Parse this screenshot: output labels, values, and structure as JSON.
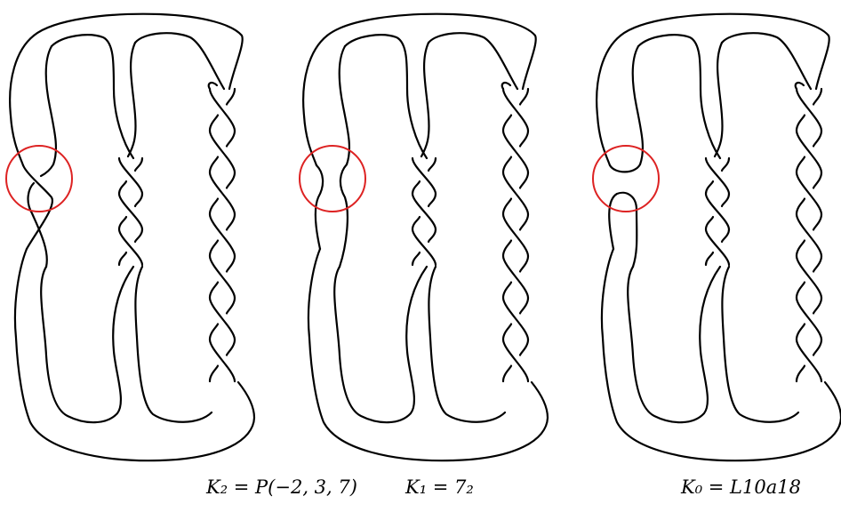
{
  "colors": {
    "strand": "#000000",
    "highlight": "#dd2222"
  },
  "diagrams": [
    {
      "label": "K₂ = P(−2, 3, 7)",
      "crossing": "crossed"
    },
    {
      "label": "K₁ = 7₂",
      "crossing": "vertical-smoothing"
    },
    {
      "label": "K₀ = L10a18",
      "crossing": "horizontal-smoothing"
    }
  ]
}
